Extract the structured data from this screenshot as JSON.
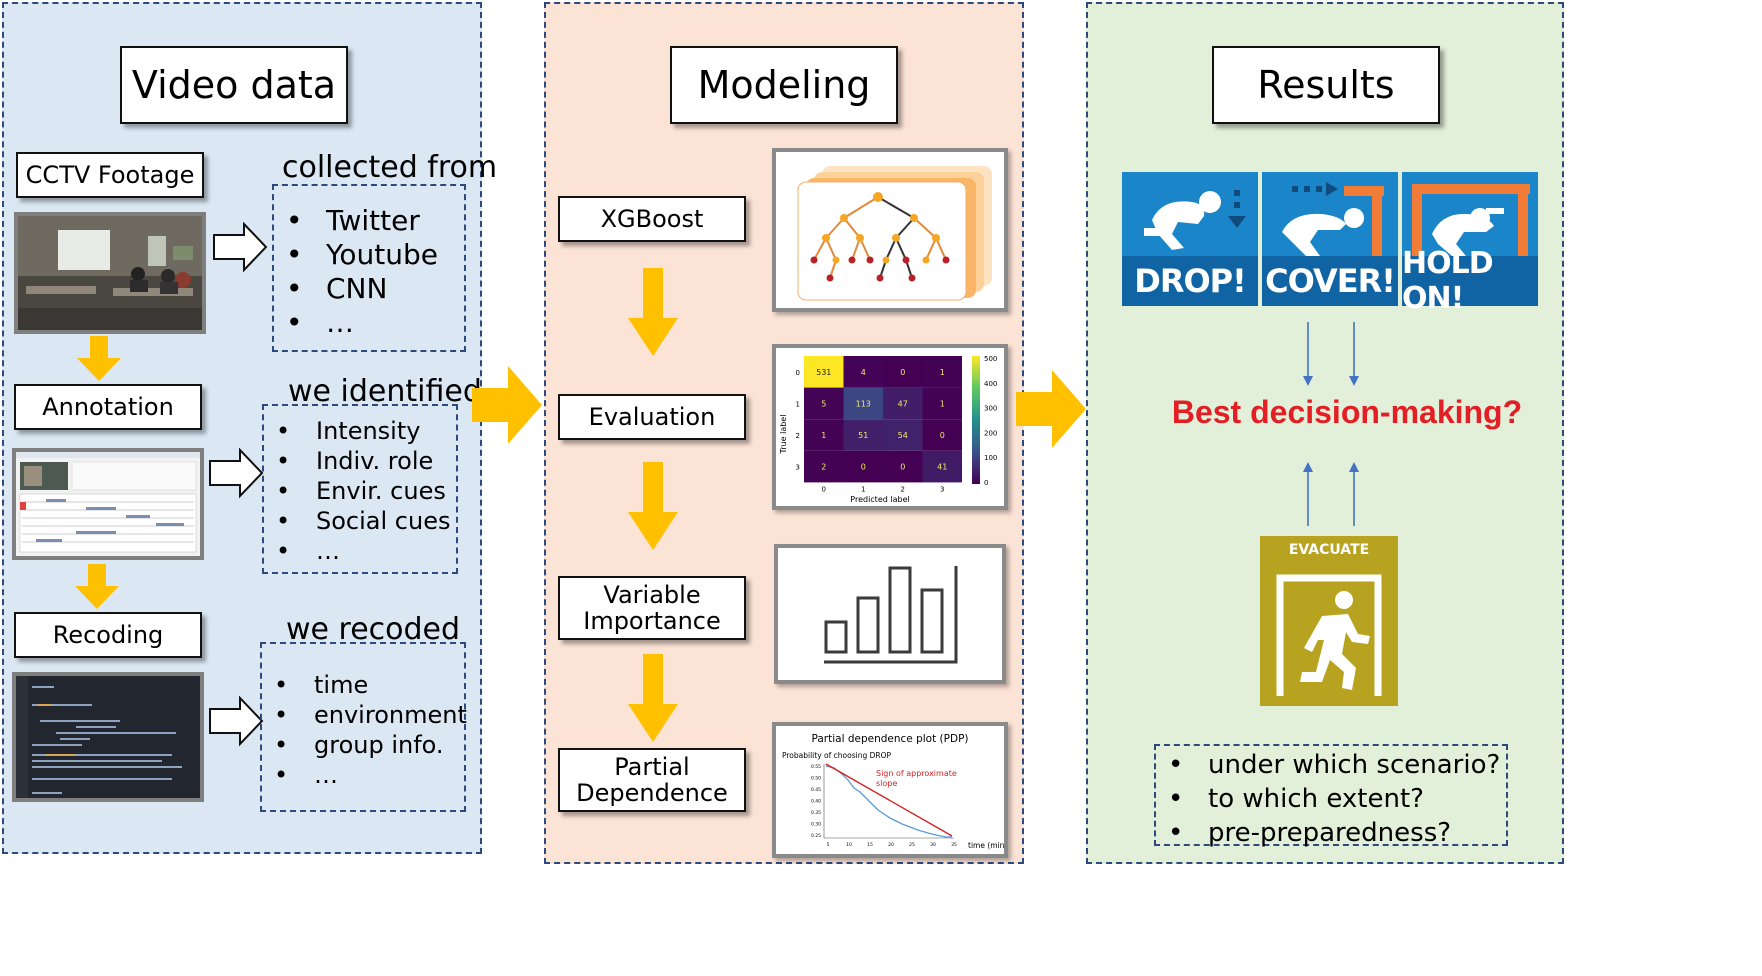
{
  "colors": {
    "panel_video": "#dbe8f4",
    "panel_model": "#fbe3d6",
    "panel_results": "#e2efd9",
    "arrow": "#ffc000",
    "question": "#e31e24",
    "sign_blue": "#1a85c8",
    "evacuate": "#b8a320"
  },
  "video": {
    "title": "Video data",
    "cctv": "CCTV Footage",
    "collected_caption": "collected from",
    "collected_items": [
      "Twitter",
      "Youtube",
      "CNN",
      "…"
    ],
    "annotation": "Annotation",
    "identified_caption": "we identified",
    "identified_items": [
      "Intensity",
      "Indiv. role",
      "Envir. cues",
      "Social cues",
      "…"
    ],
    "recoding": "Recoding",
    "recoded_caption": "we recoded",
    "recoded_items": [
      "time",
      "environment",
      "group info.",
      "…"
    ]
  },
  "modeling": {
    "title": "Modeling",
    "xgboost": "XGBoost",
    "evaluation": "Evaluation",
    "variable": [
      "Variable",
      "Importance"
    ],
    "partial": [
      "Partial",
      "Dependence"
    ],
    "confusion": {
      "matrix": [
        [
          531,
          4,
          0,
          1
        ],
        [
          5,
          113,
          47,
          1
        ],
        [
          1,
          51,
          54,
          0
        ],
        [
          2,
          0,
          0,
          41
        ]
      ],
      "ticks": [
        "0",
        "1",
        "2",
        "3"
      ],
      "xlabel": "Predicted label",
      "ylabel": "True label",
      "colorbar_ticks": [
        "500",
        "400",
        "300",
        "200",
        "100",
        "0"
      ]
    },
    "pdp": {
      "title": "Partial dependence plot (PDP)",
      "ylabel": "Probability of choosing DROP",
      "annotation": [
        "Sign of approximate",
        "slope"
      ],
      "xlabel": "time (min)",
      "yticks": [
        "0.55",
        "0.50",
        "0.45",
        "0.40",
        "0.35",
        "0.30",
        "0.25"
      ],
      "xticks": [
        "5",
        "10",
        "15",
        "20",
        "25",
        "30",
        "35"
      ]
    }
  },
  "results": {
    "title": "Results",
    "drop": "DROP!",
    "cover": "COVER!",
    "hold": "HOLD ON!",
    "question": "Best decision-making?",
    "evacuate": "EVACUATE",
    "items": [
      "under which scenario?",
      "to which extent?",
      "pre-preparedness?"
    ]
  }
}
